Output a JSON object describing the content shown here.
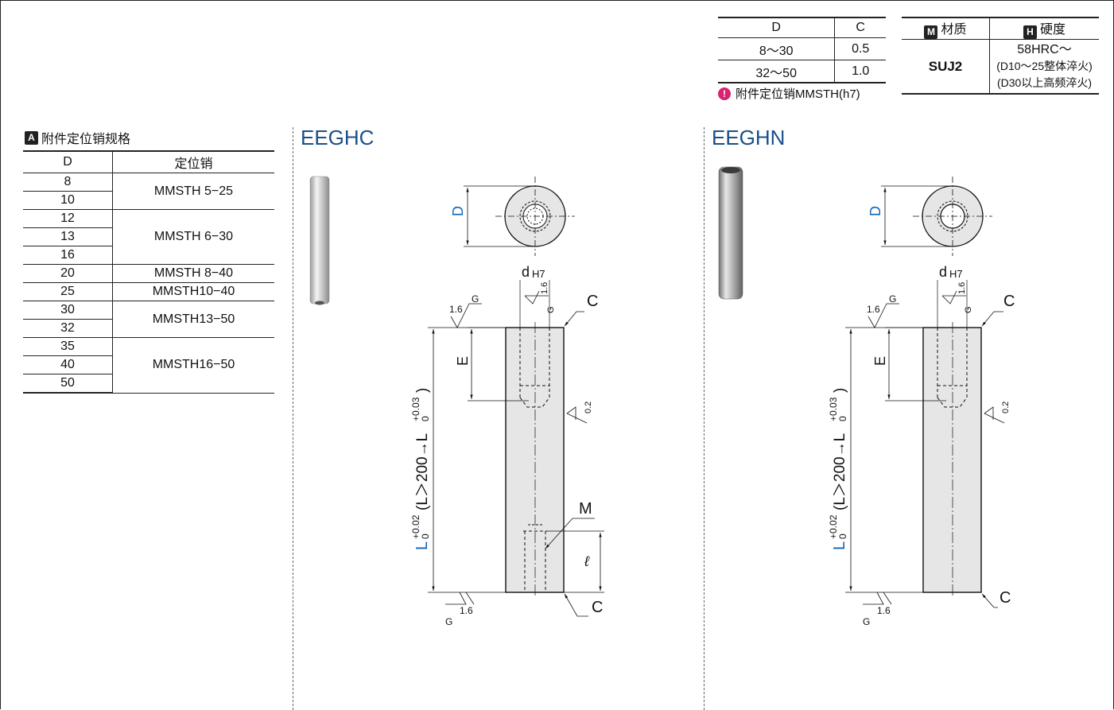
{
  "c_table": {
    "headers": [
      "D",
      "C"
    ],
    "rows": [
      {
        "d": "8～30",
        "c": "0.5"
      },
      {
        "d": "32～50",
        "c": "1.0"
      }
    ],
    "note": "附件定位销MMSTH(h7)"
  },
  "material_table": {
    "material_header": "材质",
    "material_badge": "M",
    "hardness_header": "硬度",
    "hardness_badge": "H",
    "material_value": "SUJ2",
    "hardness_line1": "58HRC～",
    "hardness_line2": "(D10～25整体淬火)",
    "hardness_line3": "(D30以上高频淬火)"
  },
  "spec_table": {
    "badge": "A",
    "title": "附件定位销规格",
    "headers": [
      "D",
      "定位销"
    ],
    "groups": [
      {
        "d": [
          "8",
          "10"
        ],
        "pin": "MMSTH  5−25"
      },
      {
        "d": [
          "12",
          "13",
          "16"
        ],
        "pin": "MMSTH  6−30"
      },
      {
        "d": [
          "20"
        ],
        "pin": "MMSTH  8−40"
      },
      {
        "d": [
          "25"
        ],
        "pin": "MMSTH10−40"
      },
      {
        "d": [
          "30",
          "32"
        ],
        "pin": "MMSTH13−50"
      },
      {
        "d": [
          "35",
          "40",
          "50"
        ],
        "pin": "MMSTH16−50"
      }
    ]
  },
  "sections": {
    "eeghc": {
      "title": "EEGHC",
      "labels": {
        "d_dim": "D",
        "bore": "d",
        "bore_tol": "H7",
        "chamfer_top": "C",
        "chamfer_bottom": "C",
        "e_dim": "E",
        "thread": "M",
        "ell": "ℓ",
        "rough": "1.6",
        "g": "G",
        "perp": "0.2",
        "length_main": "L",
        "length_tol_top": "+0.02",
        "length_tol_bottom": "0",
        "length_mid": "(L＞200→L",
        "length2_tol_top": "+0.03",
        "length2_tol_bottom": "0",
        "length_end": ")"
      }
    },
    "eeghn": {
      "title": "EEGHN",
      "labels": {
        "d_dim": "D",
        "bore": "d",
        "bore_tol": "H7",
        "chamfer_top": "C",
        "chamfer_bottom": "C",
        "e_dim": "E",
        "rough": "1.6",
        "g": "G",
        "perp": "0.2",
        "length_main": "L",
        "length_tol_top": "+0.02",
        "length_tol_bottom": "0",
        "length_mid": "(L＞200→L",
        "length2_tol_top": "+0.03",
        "length2_tol_bottom": "0",
        "length_end": ")"
      }
    }
  },
  "colors": {
    "accent_blue": "#1a4f8a",
    "dim_blue": "#0b63b6",
    "body_fill": "#e6e6e6",
    "note_pink": "#d8236e"
  }
}
